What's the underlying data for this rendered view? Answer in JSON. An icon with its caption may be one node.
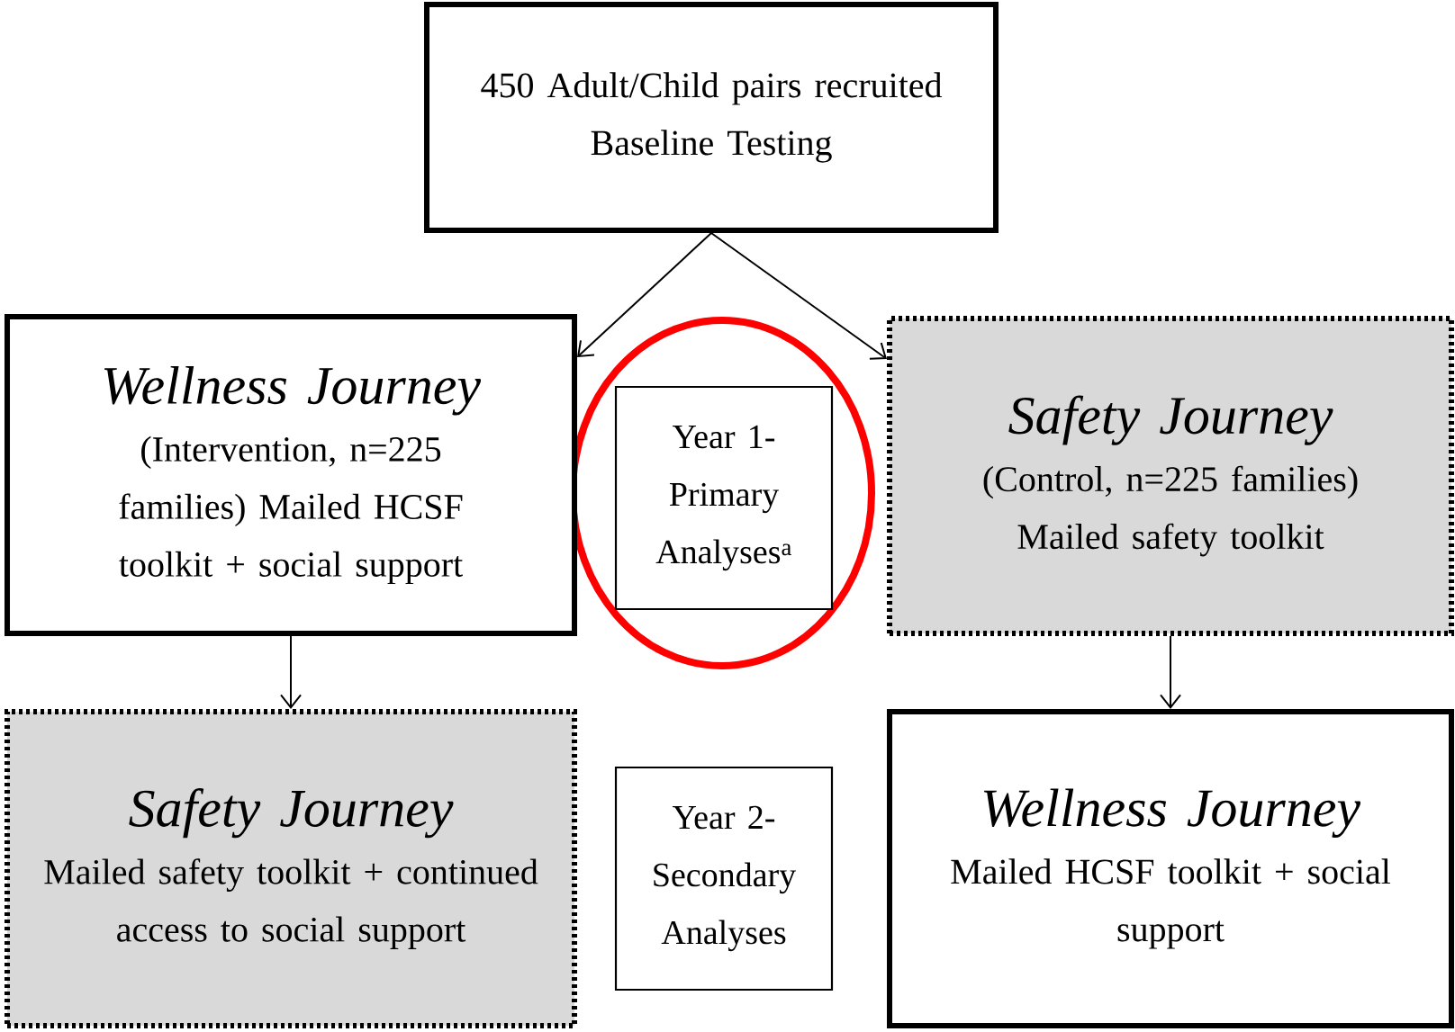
{
  "diagram": {
    "nodes": [
      {
        "text": [
          "450 Adult/Child pairs recruited",
          "Baseline Testing"
        ]
      },
      {
        "text": [
          "Wellness Journey",
          "(Intervention, n=225 families) Mailed HCSF toolkit + social support"
        ]
      },
      {
        "text": [
          "Year 1- Primary Analyses$^{a}$"
        ]
      },
      {
        "text": [
          "Safety Journey",
          "(Control, n=225 families) Mailed safety toolkit"
        ]
      },
      {
        "text": [
          "Safety Journey",
          "Mailed safety toolkit + continued access to social support"
        ]
      },
      {
        "text": [
          "Year 2- Secondary Analyses"
        ]
      },
      {
        "text": [
          "Wellness Journey",
          "Mailed HCSF toolkit + social support"
        ]
      }
    ],
    "edges": [
      {
        "from": 0,
        "to": 1,
        "arrow": "to"
      },
      {
        "from": 0,
        "to": 3,
        "arrow": "to"
      },
      {
        "from": 1,
        "to": 4,
        "arrow": "to"
      },
      {
        "from": 3,
        "to": 6,
        "arrow": "to"
      }
    ]
  }
}
